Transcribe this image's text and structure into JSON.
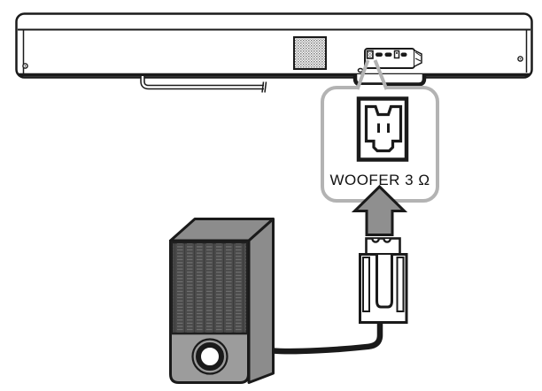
{
  "figure": {
    "type": "connection-diagram",
    "description": "Subwoofer to soundbar wired connection",
    "callout": {
      "label": "WOOFER 3 Ω"
    },
    "colors": {
      "outline": "#1a1a1a",
      "callout_border": "#b3b3b3",
      "arrow_fill": "#8f8f8f",
      "subwoofer_body": "#8c8c8c",
      "subwoofer_front": "#9c9c9c",
      "subwoofer_grille": "#4a4a4a",
      "background": "#ffffff"
    },
    "icons": {
      "vent-grid-icon": "dithered-square",
      "woofer-port-icon": "small-keyed-socket",
      "power-cord-icon": "curved-double-line-cord",
      "woofer-socket-icon": "keyed-socket-outline",
      "up-arrow-icon": "block-arrow-up",
      "woofer-plug-icon": "keyed-plug-outline",
      "subwoofer-icon": "speaker-box-3d"
    }
  }
}
